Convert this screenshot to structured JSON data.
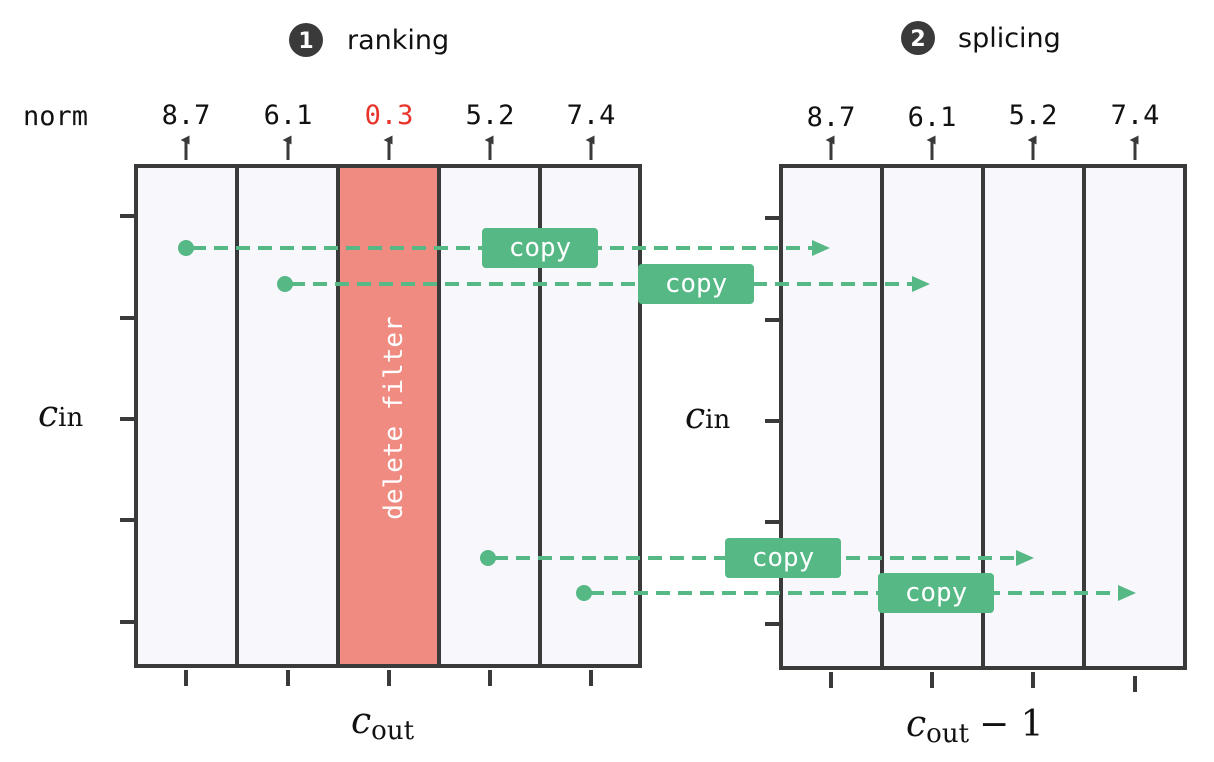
{
  "step1": {
    "number": "1",
    "title": "ranking"
  },
  "step2": {
    "number": "2",
    "title": "splicing"
  },
  "norm_label": "norm",
  "left_norms": [
    "8.7",
    "6.1",
    "0.3",
    "5.2",
    "7.4"
  ],
  "right_norms": [
    "8.7",
    "6.1",
    "5.2",
    "7.4"
  ],
  "deleted_index": 2,
  "delete_label": "delete filter",
  "copy_label": "copy",
  "left_axes": {
    "y_var": "c",
    "y_sub": "in",
    "x_var": "c",
    "x_sub": "out"
  },
  "right_axes": {
    "y_var": "c",
    "y_sub": "in",
    "x_var": "c",
    "x_sub": "out",
    "x_suffix": "− 1"
  },
  "colors": {
    "frame": "#3a3a3a",
    "cell_bg": "#f8f7fb",
    "deleted_fill": "#ef8b80",
    "deleted_text": "#e8332a",
    "copy_green": "#55b885",
    "badge_dark": "#3a3a3a"
  }
}
